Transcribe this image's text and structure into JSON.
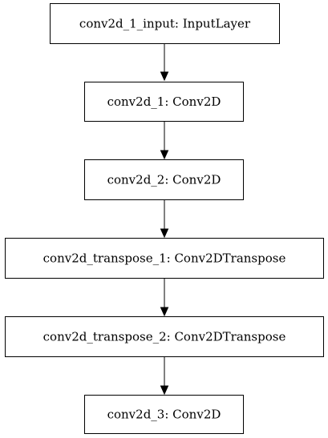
{
  "nodes": [
    {
      "id": "conv2d_1_input",
      "label": "conv2d_1_input: InputLayer"
    },
    {
      "id": "conv2d_1",
      "label": "conv2d_1: Conv2D"
    },
    {
      "id": "conv2d_2",
      "label": "conv2d_2: Conv2D"
    },
    {
      "id": "conv2d_transpose_1",
      "label": "conv2d_transpose_1: Conv2DTranspose"
    },
    {
      "id": "conv2d_transpose_2",
      "label": "conv2d_transpose_2: Conv2DTranspose"
    },
    {
      "id": "conv2d_3",
      "label": "conv2d_3: Conv2D"
    }
  ],
  "edges": [
    {
      "from": "conv2d_1_input",
      "to": "conv2d_1"
    },
    {
      "from": "conv2d_1",
      "to": "conv2d_2"
    },
    {
      "from": "conv2d_2",
      "to": "conv2d_transpose_1"
    },
    {
      "from": "conv2d_transpose_1",
      "to": "conv2d_transpose_2"
    },
    {
      "from": "conv2d_transpose_2",
      "to": "conv2d_3"
    }
  ]
}
